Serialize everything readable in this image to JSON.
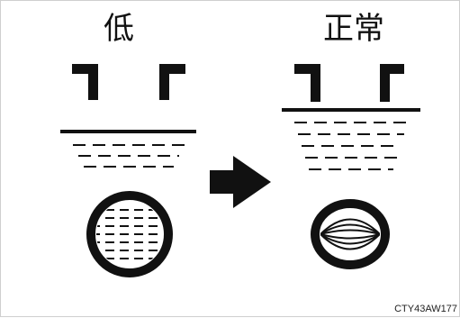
{
  "labels": {
    "low": "低",
    "normal": "正常"
  },
  "image_code": "CTY43AW177",
  "colors": {
    "ink": "#111111",
    "background": "#ffffff"
  }
}
